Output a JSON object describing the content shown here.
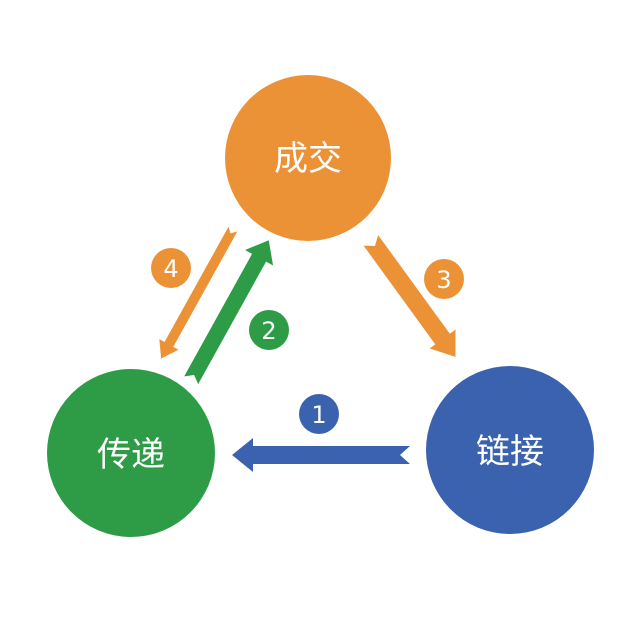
{
  "colors": {
    "orange": "#EC9236",
    "green": "#2E9C46",
    "blue": "#3A62AE",
    "background": "#FFFFFF"
  },
  "nodes": [
    {
      "id": "deal",
      "label": "成交",
      "color": "#EC9236"
    },
    {
      "id": "deliver",
      "label": "传递",
      "color": "#2E9C46"
    },
    {
      "id": "link",
      "label": "链接",
      "color": "#3A62AE"
    }
  ],
  "steps": [
    {
      "number": "1",
      "from": "链接",
      "to": "传递",
      "color": "#3A62AE"
    },
    {
      "number": "2",
      "from": "传递",
      "to": "成交",
      "color": "#2E9C46"
    },
    {
      "number": "3",
      "from": "成交",
      "to": "链接",
      "color": "#EC9236"
    },
    {
      "number": "4",
      "from": "成交",
      "to": "传递",
      "color": "#EC9236"
    }
  ]
}
